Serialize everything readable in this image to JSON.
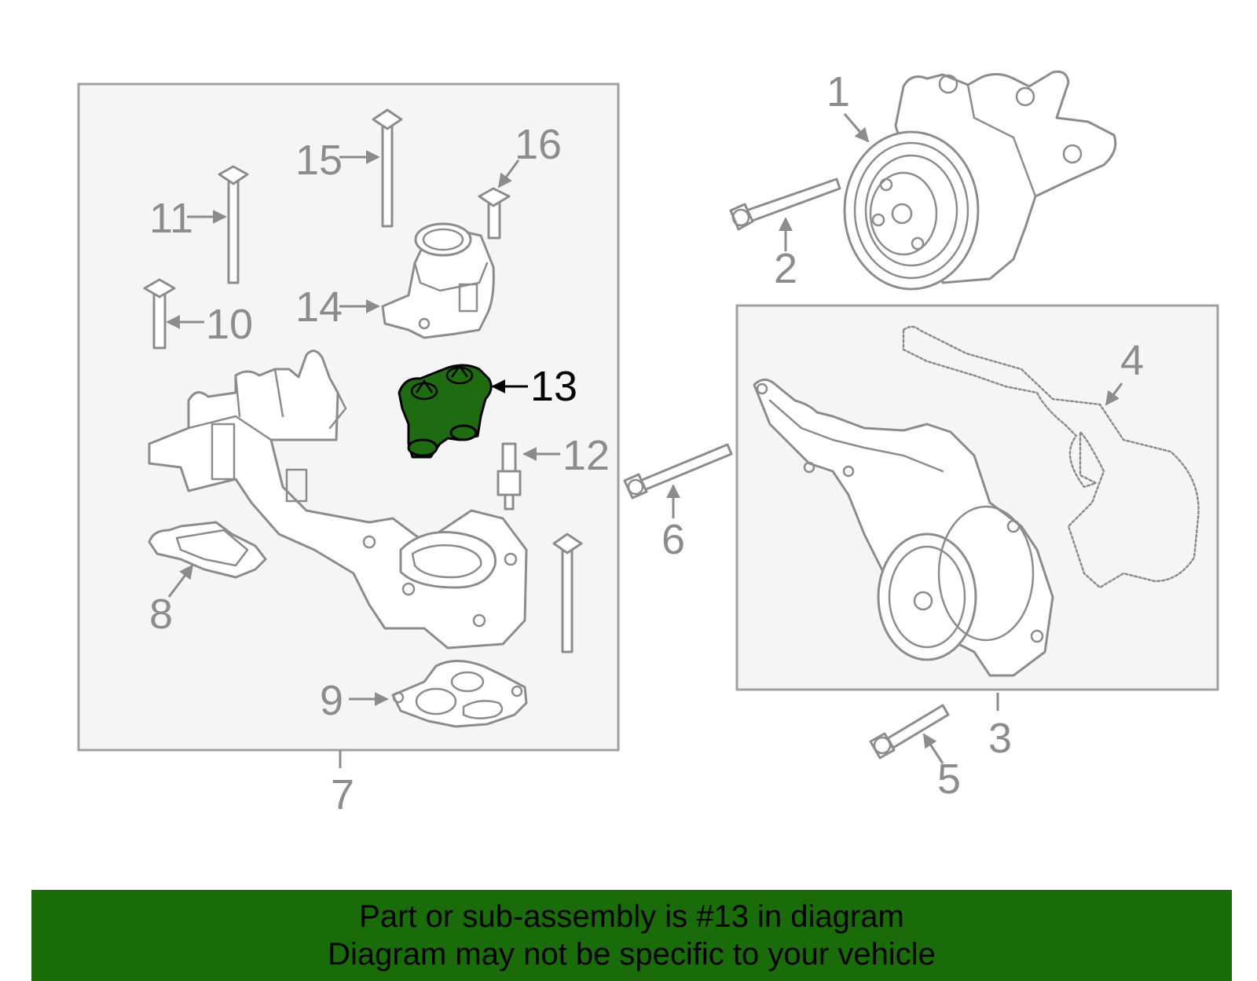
{
  "callouts": {
    "c1": "1",
    "c2": "2",
    "c3": "3",
    "c4": "4",
    "c5": "5",
    "c6": "6",
    "c7": "7",
    "c8": "8",
    "c9": "9",
    "c10": "10",
    "c11": "11",
    "c12": "12",
    "c13": "13",
    "c14": "14",
    "c15": "15",
    "c16": "16"
  },
  "highlight": {
    "part_number": "13",
    "fill_color": "#1f6b12",
    "label_color": "#000000"
  },
  "colors": {
    "frame_fill": "#f5f5f5",
    "line": "#8c8c8c",
    "banner": "#1a6b0a"
  },
  "banner": {
    "line1": "Part or sub-assembly is #13 in diagram",
    "line2": "Diagram may not be specific to your vehicle"
  }
}
